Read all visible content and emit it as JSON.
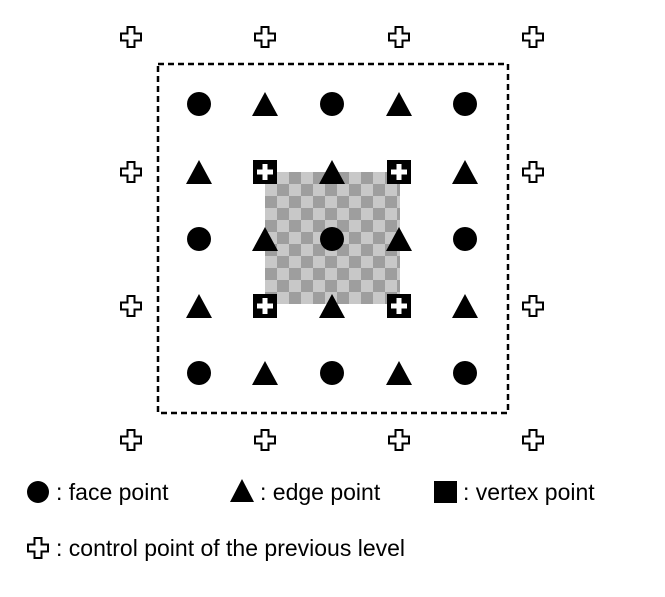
{
  "legend": {
    "face": ": face point",
    "edge": ": edge point",
    "vertex": ": vertex point",
    "control": ": control point of the previous level"
  },
  "icons": {
    "face": "filled-circle",
    "edge": "filled-triangle",
    "vertex": "filled-square-with-cross",
    "control": "hollow-cross"
  },
  "colors": {
    "ink": "#000000",
    "checker_light": "#c8c8c8",
    "checker_dark": "#9e9e9e"
  }
}
